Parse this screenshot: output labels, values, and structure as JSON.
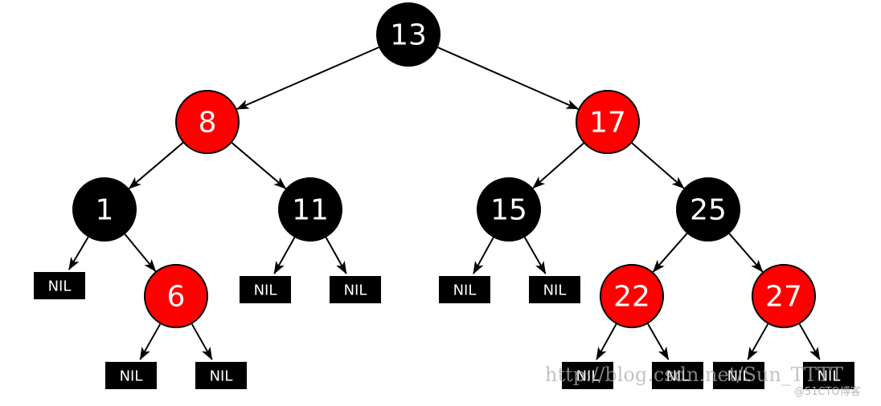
{
  "colors": {
    "red": "#ff0000",
    "black": "#000000",
    "text": "#ffffff",
    "edge": "#000000"
  },
  "nodes": [
    {
      "id": "n13",
      "label": "13",
      "color": "black"
    },
    {
      "id": "n8",
      "label": "8",
      "color": "red"
    },
    {
      "id": "n17",
      "label": "17",
      "color": "red"
    },
    {
      "id": "n1",
      "label": "1",
      "color": "black"
    },
    {
      "id": "n11",
      "label": "11",
      "color": "black"
    },
    {
      "id": "n15",
      "label": "15",
      "color": "black"
    },
    {
      "id": "n25",
      "label": "25",
      "color": "black"
    },
    {
      "id": "n6",
      "label": "6",
      "color": "red"
    },
    {
      "id": "n22",
      "label": "22",
      "color": "red"
    },
    {
      "id": "n27",
      "label": "27",
      "color": "red"
    }
  ],
  "leaves": [
    {
      "id": "l1",
      "label": "NIL"
    },
    {
      "id": "l6a",
      "label": "NIL"
    },
    {
      "id": "l6b",
      "label": "NIL"
    },
    {
      "id": "l11a",
      "label": "NIL"
    },
    {
      "id": "l11b",
      "label": "NIL"
    },
    {
      "id": "l15a",
      "label": "NIL"
    },
    {
      "id": "l15b",
      "label": "NIL"
    },
    {
      "id": "l22a",
      "label": "NIL"
    },
    {
      "id": "l22b",
      "label": "NIL"
    },
    {
      "id": "l27a",
      "label": "NIL"
    },
    {
      "id": "l27b",
      "label": "NIL"
    }
  ],
  "edges": [
    [
      "n13",
      "n8"
    ],
    [
      "n13",
      "n17"
    ],
    [
      "n8",
      "n1"
    ],
    [
      "n8",
      "n11"
    ],
    [
      "n17",
      "n15"
    ],
    [
      "n17",
      "n25"
    ],
    [
      "n1",
      "l1"
    ],
    [
      "n1",
      "n6"
    ],
    [
      "n6",
      "l6a"
    ],
    [
      "n6",
      "l6b"
    ],
    [
      "n11",
      "l11a"
    ],
    [
      "n11",
      "l11b"
    ],
    [
      "n15",
      "l15a"
    ],
    [
      "n15",
      "l15b"
    ],
    [
      "n25",
      "n22"
    ],
    [
      "n25",
      "n27"
    ],
    [
      "n22",
      "l22a"
    ],
    [
      "n22",
      "l22b"
    ],
    [
      "n27",
      "l27a"
    ],
    [
      "n27",
      "l27b"
    ]
  ],
  "watermark": {
    "url": "http://blog.csdn.net/Sun_TTTT",
    "brand": "@51CTO博客"
  }
}
